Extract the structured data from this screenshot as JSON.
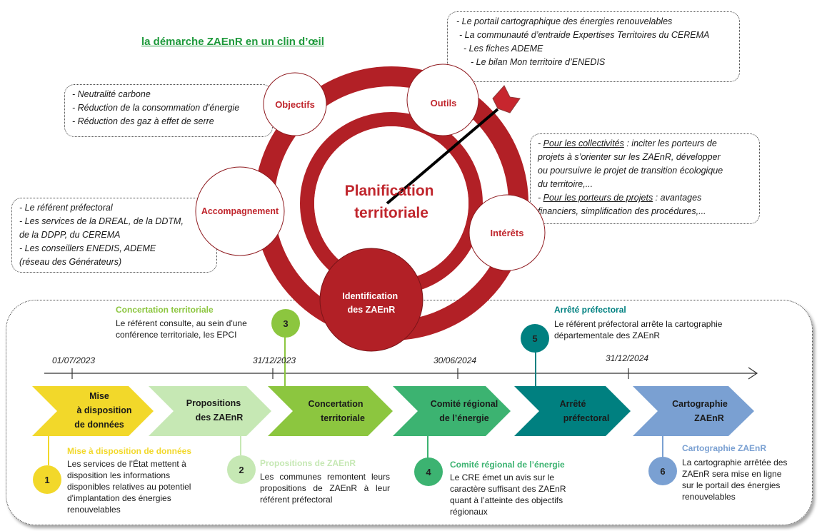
{
  "title": "la démarche ZAEnR en un clin d’œil",
  "colors": {
    "title_green": "#1f9a3c",
    "target_red": "#b22026",
    "label_red": "#c0262d",
    "stage1": "#f2d82a",
    "stage2": "#c6e8b4",
    "stage3": "#8cc63f",
    "stage4": "#3cb371",
    "stage5": "#008080",
    "stage6": "#7aa0d2"
  },
  "target": {
    "center_label_line1": "Planification",
    "center_label_line2": "territoriale",
    "nodes": {
      "objectifs": "Objectifs",
      "outils": "Outils",
      "accompagnement": "Accompagnement",
      "interets": "Intérêts",
      "identification_line1": "Identification",
      "identification_line2": "des ZAEnR"
    }
  },
  "boxes": {
    "objectifs": [
      "- Neutralité carbone",
      "- Réduction de la consommation d’énergie",
      "- Réduction des gaz à effet de serre"
    ],
    "outils": [
      "- Le portail cartographique des énergies renouvelables",
      "- La communauté d’entraide Expertises Territoires du CEREMA",
      "- Les fiches ADEME",
      "- Le bilan Mon territoire d’ENEDIS"
    ],
    "interets": {
      "collectivites_label": "Pour les collectivités",
      "collectivites_text_1": " : inciter les porteurs de",
      "collectivites_text_2": "projets à s’orienter sur les ZAEnR, développer",
      "collectivites_text_3": "ou poursuivre le projet de transition écologique",
      "collectivites_text_4": "du territoire,...",
      "porteurs_label": "Pour les porteurs de projets",
      "porteurs_text_1": " : avantages",
      "porteurs_text_2": "financiers, simplification des procédures,..."
    },
    "accompagnement": [
      "- Le référent préfectoral",
      "- Les services de la DREAL, de la DDTM,",
      "de la DDPP, du CEREMA",
      "- Les conseillers ENEDIS, ADEME",
      "(réseau des Générateurs)"
    ]
  },
  "timeline": {
    "dates": [
      "01/07/2023",
      "31/12/2023",
      "30/06/2024",
      "31/12/2024"
    ],
    "chevrons": [
      {
        "lines": [
          "Mise",
          "à disposition",
          "de données"
        ]
      },
      {
        "lines": [
          "Propositions",
          "des ZAEnR"
        ]
      },
      {
        "lines": [
          "Concertation",
          "territoriale"
        ]
      },
      {
        "lines": [
          "Comité régional",
          "de l’énergie"
        ]
      },
      {
        "lines": [
          "Arrêté",
          "préfectoral"
        ]
      },
      {
        "lines": [
          "Cartographie",
          "ZAEnR"
        ]
      }
    ],
    "steps": [
      {
        "number": "1",
        "title": "Mise à disposition de données",
        "desc": "Les services de l’État mettent à disposition les informations disponibles relatives au potentiel d'implantation des énergies renouvelables"
      },
      {
        "number": "2",
        "title": "Propositions de ZAEnR",
        "desc": "Les communes remontent leurs propositions de ZAEnR à leur référent préfectoral"
      },
      {
        "number": "3",
        "title": "Concertation territoriale",
        "desc": "Le référent consulte, au sein d'une conférence territoriale, les EPCI"
      },
      {
        "number": "4",
        "title": "Comité régional de l’énergie",
        "desc": "Le CRE émet un avis sur le caractère suffisant des ZAEnR quant à l’atteinte des objectifs régionaux"
      },
      {
        "number": "5",
        "title": "Arrêté préfectoral",
        "desc": "Le référent préfectoral arrête la cartographie départementale des ZAEnR"
      },
      {
        "number": "6",
        "title": "Cartographie ZAEnR",
        "desc": "La cartographie arrêtée des ZAEnR sera mise en ligne sur le portail des énergies renouvelables"
      }
    ]
  }
}
